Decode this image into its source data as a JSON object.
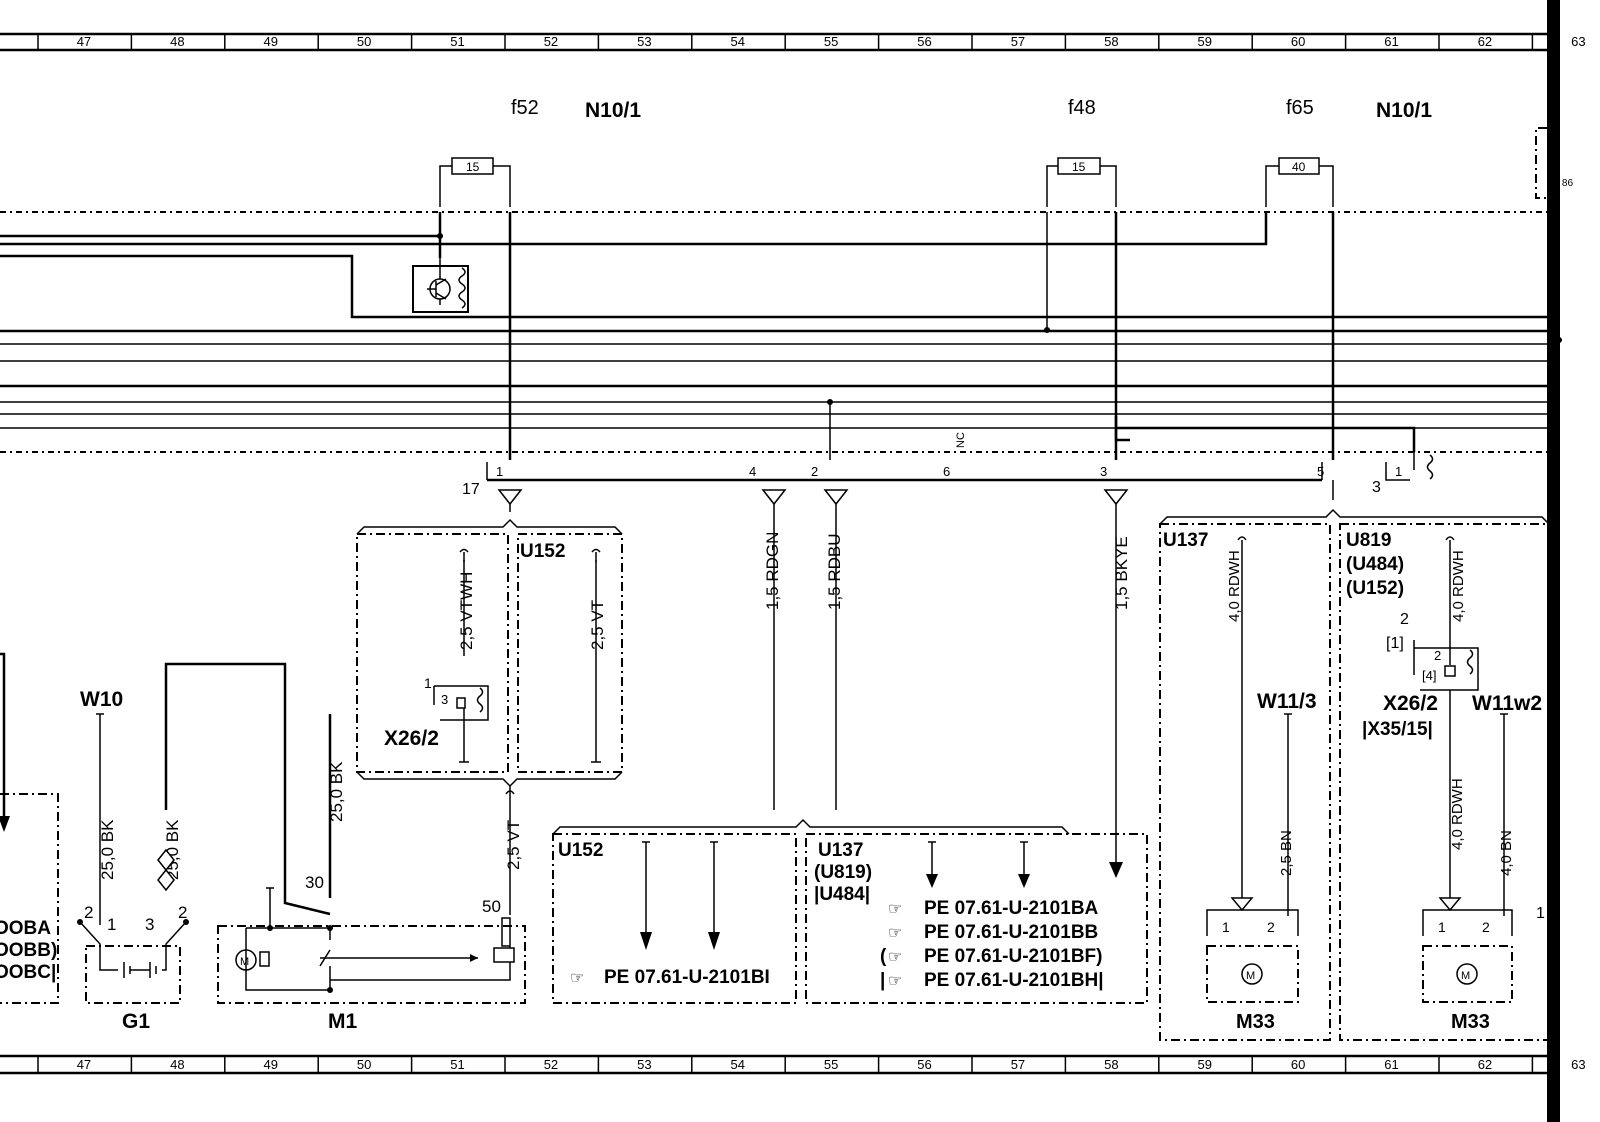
{
  "ruler": [
    "47",
    "48",
    "49",
    "50",
    "51",
    "52",
    "53",
    "54",
    "55",
    "56",
    "57",
    "58",
    "59",
    "60",
    "61",
    "62",
    "63"
  ],
  "fuses": {
    "f52": {
      "label": "f52",
      "rating": "15"
    },
    "f48": {
      "label": "f48",
      "rating": "15"
    },
    "f65": {
      "label": "f65",
      "rating": "40"
    }
  },
  "modules": {
    "n10_left": "N10/1",
    "n10_right": "N10/1",
    "relay_pins": "30 86"
  },
  "nc": "NC",
  "connector": {
    "pin17": "17",
    "pin1": "1",
    "pin4": "4",
    "pin2": "2",
    "pin6": "6",
    "pin3": "3",
    "pin5": "5",
    "pin3b": "3",
    "pin1b": "1"
  },
  "wires": {
    "vtwh": "2,5 VTWH",
    "vt": "2,5 VT",
    "rdgn": "1,5 RDGN",
    "rdbu": "1,5 RDBU",
    "bkye": "1,5 BKYE",
    "bk1": "25,0 BK",
    "bk2": "25,0 BK",
    "bk3": "25,0 BK",
    "vt2": "2,5 VT",
    "rdwh1": "4,0 RDWH",
    "rdwh2": "4,0 RDWH",
    "rdwh3": "4,0 RDWH",
    "bn1": "2,5 BN",
    "bn2": "4,0 BN"
  },
  "variants": {
    "u152_a": "U152",
    "u152_b": "U152",
    "u137_a": "U137",
    "u137_b": "U137",
    "u819_b": "(U819)",
    "u484_b": "|U484|",
    "u819": "U819",
    "u484": "(U484)",
    "u152_c": "(U152)"
  },
  "components": {
    "x26_2a": "X26/2",
    "x26_2b": "X26/2",
    "x35_15": "|X35/15|",
    "w10": "W10",
    "w11_3": "W11/3",
    "w11w2": "W11w2",
    "g1": "G1",
    "m1": "M1",
    "m33a": "M33",
    "m33b": "M33"
  },
  "pins": {
    "x26a_1": "1",
    "x26a_3": "3",
    "g1_2": "2",
    "g1_1": "1",
    "g1_3": "3",
    "g1_2b": "2",
    "m1_30": "30",
    "m1_50": "50",
    "m33a_1": "1",
    "m33a_2": "2",
    "m33b_1": "1",
    "m33b_2": "2",
    "x26b_2": "2",
    "x26b_1": "[1]",
    "x26b_2i": "2",
    "x26b_4": "[4]",
    "edge_1": "1"
  },
  "cut_labels": [
    "OOBA",
    "OOBB)",
    "OOBC|"
  ],
  "refs": {
    "bi": "PE  07.61-U-2101BI",
    "ba": "PE  07.61-U-2101BA",
    "bb": "PE  07.61-U-2101BB",
    "bf": "PE  07.61-U-2101BF)",
    "bh": "PE  07.61-U-2101BH|",
    "bf_prefix": "(",
    "bh_prefix": "|"
  }
}
